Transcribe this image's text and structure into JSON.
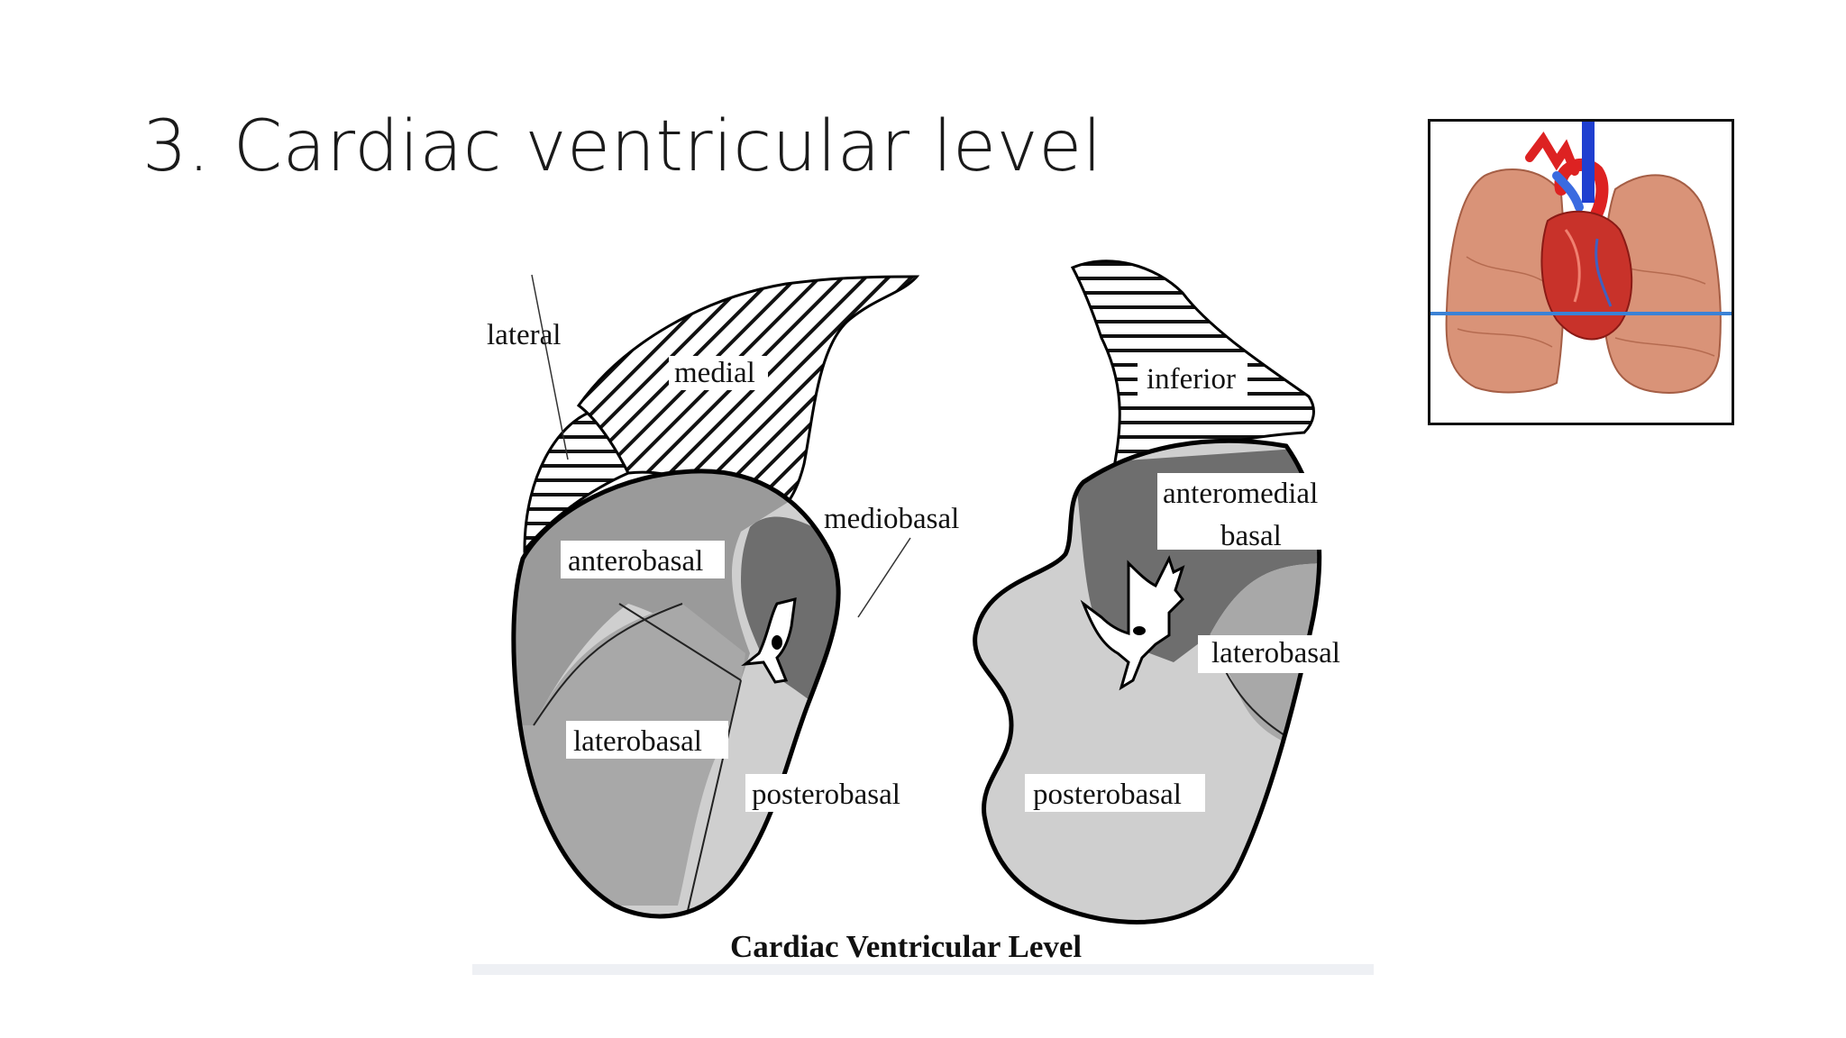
{
  "slide": {
    "title": "3. Cardiac ventricular level"
  },
  "diagram": {
    "caption": "Cardiac Ventricular Level",
    "left_lung_labels": {
      "lateral": "lateral",
      "medial": "medial",
      "mediobasal": "mediobasal",
      "anterobasal": "anterobasal",
      "laterobasal": "laterobasal",
      "posterobasal": "posterobasal"
    },
    "right_lung_labels": {
      "inferior": "inferior",
      "anteromedial_line1": "anteromedial",
      "anteromedial_line2": "basal",
      "laterobasal": "laterobasal",
      "posterobasal": "posterobasal"
    },
    "colors": {
      "dark_gray": "#6e6e6e",
      "mid_gray": "#9a9a9a",
      "light_gray": "#cfcfcf",
      "outline": "#000000"
    }
  },
  "thumbnail": {
    "icons": [
      "lungs-heart-icon"
    ],
    "level_line_color": "#3b82d6"
  }
}
